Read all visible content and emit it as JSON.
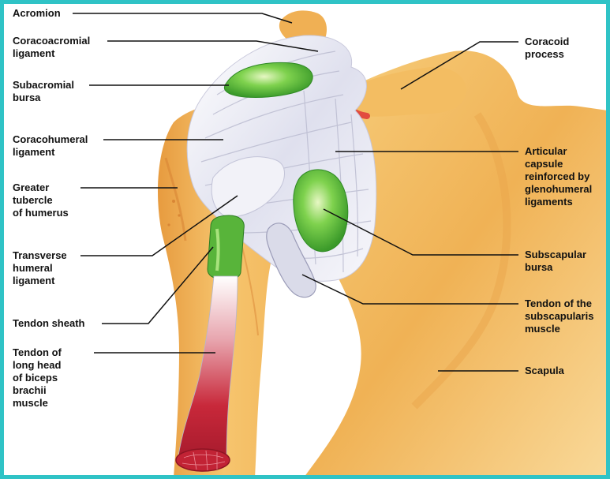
{
  "diagram": {
    "labels": {
      "acromion": "Acromion",
      "coracoacromial_ligament": "Coracoacromial\nligament",
      "subacromial_bursa": "Subacromial\nbursa",
      "coracohumeral_ligament": "Coracohumeral\nligament",
      "greater_tubercle": "Greater\ntubercle\nof humerus",
      "transverse_humeral_ligament": "Transverse\nhumeral\nligament",
      "tendon_sheath": "Tendon sheath",
      "tendon_biceps": "Tendon of\nlong head\nof biceps\nbrachii\nmuscle",
      "coracoid_process": "Coracoid\nprocess",
      "articular_capsule": "Articular\ncapsule\nreinforced by\nglenohumeral\nligaments",
      "subscapular_bursa": "Subscapular\nbursa",
      "tendon_subscapularis": "Tendon of the\nsubscapularis\nmuscle",
      "scapula": "Scapula"
    },
    "colors": {
      "frame": "#2fc3c6",
      "bone": "#f2b85a",
      "ligament": "#e9e9f3",
      "bursa": "#5bc63e",
      "muscle": "#c8283a",
      "leader": "#111111"
    }
  }
}
